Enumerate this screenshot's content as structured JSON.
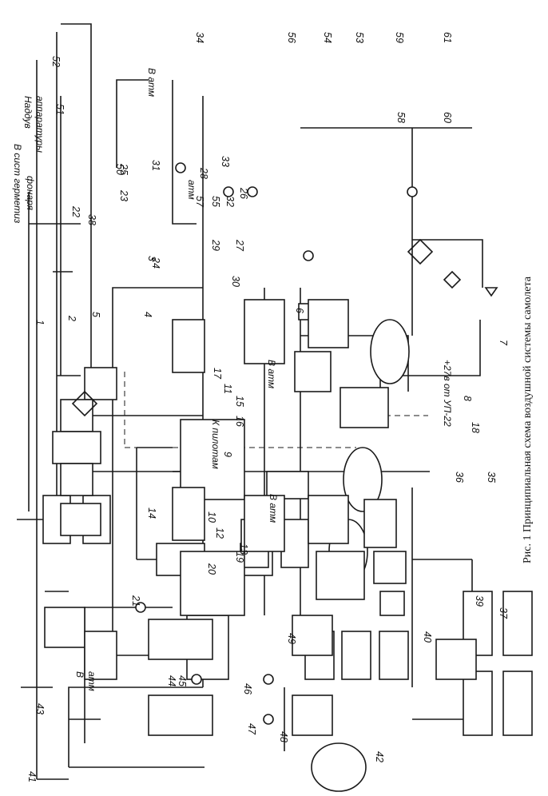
{
  "caption": "Рис. 1 Принципиальная схема воздушной системы самолета",
  "labels": {
    "v_atm": "В атм",
    "v_atm_split_1": "В",
    "v_atm_split_2": "атм",
    "atm": "атм",
    "k_pilotam": "К пилотам",
    "nadduv": "Наддув",
    "apparatury": "аппаратуры",
    "v_sist_germetiz": "В сист герметиз",
    "fonarya": "фонаря",
    "power": "+27в от УП-22"
  },
  "component_numbers": [
    "1",
    "2",
    "3",
    "4",
    "5",
    "6",
    "7",
    "8",
    "9",
    "10",
    "11",
    "12",
    "13",
    "14",
    "15",
    "16",
    "17",
    "18",
    "19",
    "20",
    "21",
    "22",
    "23",
    "24",
    "25",
    "26",
    "27",
    "28",
    "29",
    "30",
    "31",
    "32",
    "33",
    "34",
    "35",
    "36",
    "37",
    "38",
    "39",
    "40",
    "41",
    "42",
    "43",
    "44",
    "45",
    "46",
    "47",
    "48",
    "49",
    "50",
    "51",
    "52",
    "53",
    "54",
    "55",
    "56",
    "57",
    "58",
    "59",
    "60",
    "61"
  ]
}
